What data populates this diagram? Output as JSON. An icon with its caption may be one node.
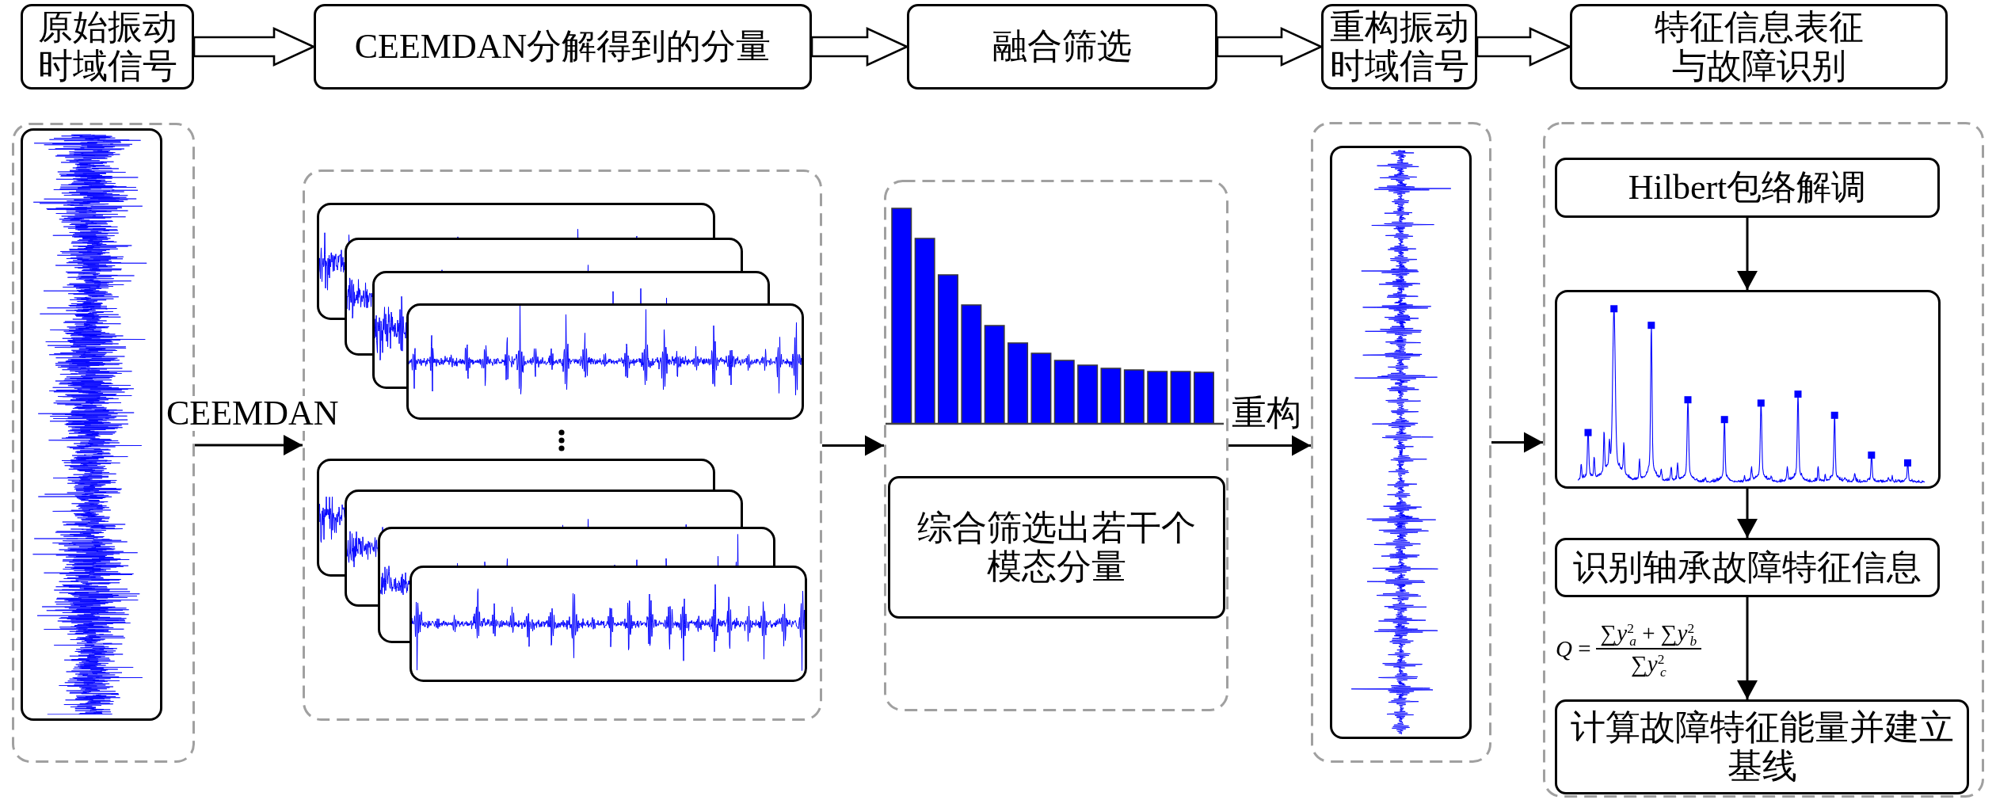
{
  "diagram": {
    "nodes": [
      {
        "text": [
          "原始振动时域信号"
        ]
      },
      {
        "text": [
          "CEEMDAN分解得到的分量"
        ]
      },
      {
        "text": [
          "融合筛选"
        ]
      },
      {
        "text": [
          "重构振动时域信号"
        ]
      },
      {
        "text": [
          "特征信息表征与故障识别"
        ]
      },
      {
        "text": [],
        "shape": "box"
      },
      {
        "text": [],
        "shape": "picture",
        "in": 5
      },
      {
        "text": [],
        "shape": "box"
      },
      {
        "text": [],
        "shape": "picture",
        "in": 7
      },
      {
        "text": [],
        "shape": "picture",
        "in": 7
      },
      {
        "text": [],
        "shape": "box"
      },
      {
        "text": [
          "综合筛选出若干个模态分量"
        ],
        "in": 10
      },
      {
        "text": [],
        "shape": "box"
      },
      {
        "text": [],
        "shape": "picture",
        "in": 12
      },
      {
        "text": [],
        "shape": "box"
      },
      {
        "text": [
          "Hilbert包络解调"
        ],
        "in": 14
      },
      {
        "text": [],
        "shape": "picture",
        "in": 14
      },
      {
        "text": [
          "识别轴承故障特征信息"
        ],
        "in": 14
      },
      {
        "text": [
          "计算故障特征能量并建立基线"
        ],
        "in": 14
      }
    ],
    "edges": [
      {
        "from": 0,
        "to": 1,
        "arrow": "to",
        "style": "thick"
      },
      {
        "from": 1,
        "to": 2,
        "arrow": "to",
        "style": "thick"
      },
      {
        "from": 2,
        "to": 3,
        "arrow": "to",
        "style": "thick"
      },
      {
        "from": 3,
        "to": 4,
        "arrow": "to",
        "style": "thick"
      },
      {
        "from": 5,
        "to": 7,
        "arrow": "to",
        "label": "CEEMDAN"
      },
      {
        "from": 7,
        "to": 10,
        "arrow": "to"
      },
      {
        "from": 10,
        "to": 12,
        "arrow": "to",
        "label": "重构"
      },
      {
        "from": 12,
        "to": 14,
        "arrow": "to"
      },
      {
        "from": 15,
        "to": 16,
        "arrow": "to"
      },
      {
        "from": 16,
        "to": 17,
        "arrow": "to"
      },
      {
        "from": 17,
        "to": 18,
        "arrow": "to"
      }
    ],
    "labels": [
      "*Q* =",
      "∑*y*$^{2}$$_{a}$ + ∑*y*$^{2}$$_{b}$",
      "∑*y*$^{2}$$_{c}$"
    ]
  }
}
